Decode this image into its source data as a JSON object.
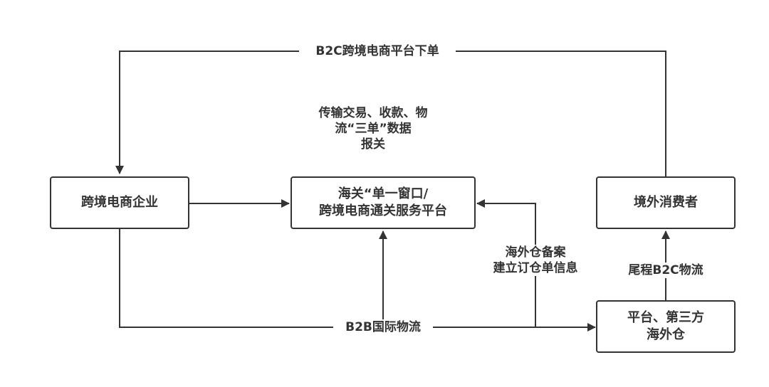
{
  "nodes": {
    "enterprise": {
      "lines": [
        "跨境电商企业"
      ]
    },
    "platform": {
      "lines": [
        "海关“单一窗口/",
        "跨境电商通关服务平台"
      ]
    },
    "consumer": {
      "lines": [
        "境外消费者"
      ]
    },
    "warehouse": {
      "lines": [
        "平台、第三方",
        "海外仓"
      ]
    }
  },
  "edges": {
    "b2c_order": {
      "label": "B2C跨境电商平台下单"
    },
    "b2b_logistics": {
      "label": "B2B国际物流"
    },
    "warehouse_record": {
      "lines": [
        "海外仓备案",
        "建立订仓单信息"
      ]
    },
    "last_mile": {
      "label": "尾程B2C物流"
    }
  },
  "annotations": {
    "data_declaration": {
      "lines": [
        "传输交易、收款、物",
        "流“三单”数据",
        "报关"
      ]
    }
  },
  "colors": {
    "line": "#333333",
    "box_border": "#333333",
    "background": "#ffffff"
  }
}
